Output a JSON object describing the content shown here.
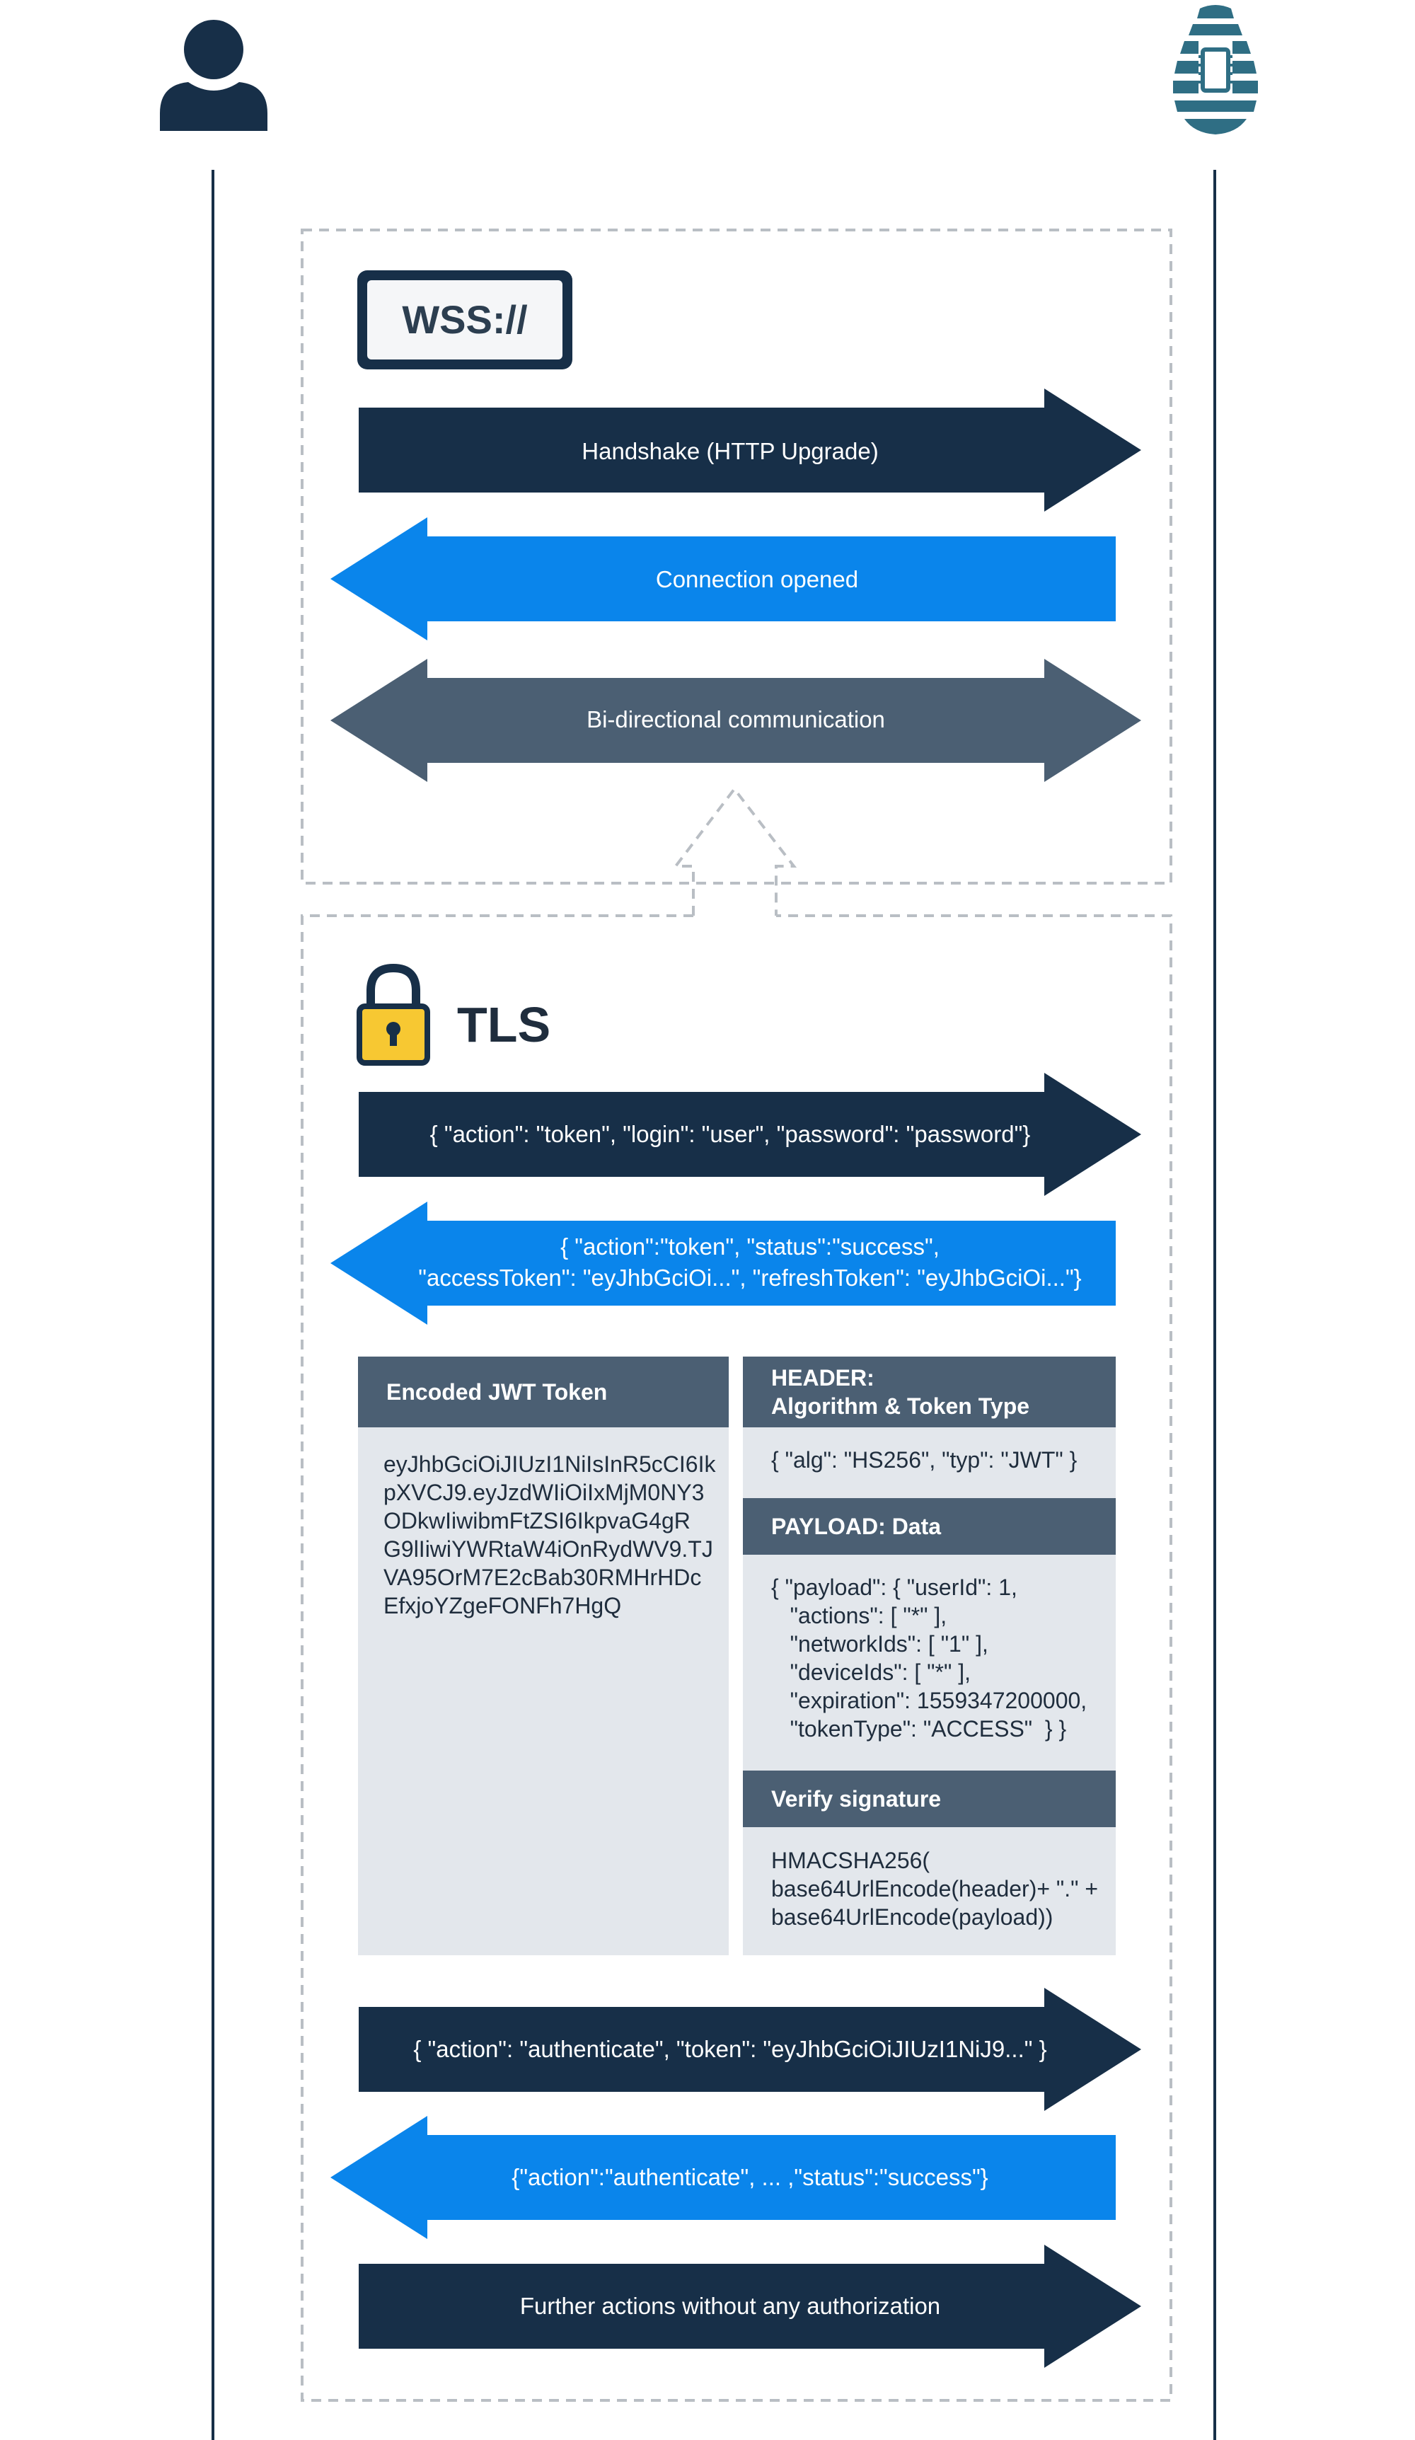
{
  "actors": {
    "left_icon": "user-icon",
    "right_icon": "server-hive-icon"
  },
  "wss": {
    "badge": "WSS://",
    "arrows": [
      {
        "direction": "right",
        "label": "Handshake (HTTP Upgrade)",
        "color": "#172f48"
      },
      {
        "direction": "left",
        "label": "Connection opened",
        "color": "#0a85eb"
      },
      {
        "direction": "both",
        "label": "Bi-directional communication",
        "color": "#4b5f73"
      }
    ]
  },
  "tls": {
    "title": "TLS",
    "icon": "lock-icon",
    "arrows": [
      {
        "direction": "right",
        "lines": [
          "{ \"action\": \"token\", \"login\": \"user\",  \"password\": \"password\"}"
        ],
        "color": "#172f48"
      },
      {
        "direction": "left",
        "lines": [
          "{ \"action\":\"token\", \"status\":\"success\",",
          "\"accessToken\": \"eyJhbGciOi...\", \"refreshToken\": \"eyJhbGciOi...\"}"
        ],
        "color": "#0a85eb"
      },
      {
        "direction": "right",
        "lines": [
          "{ \"action\": \"authenticate\", \"token\": \"eyJhbGciOiJIUzI1NiJ9...\" }"
        ],
        "color": "#172f48"
      },
      {
        "direction": "left",
        "lines": [
          "{\"action\":\"authenticate\", ... ,\"status\":\"success\"}"
        ],
        "color": "#0a85eb"
      },
      {
        "direction": "right",
        "lines": [
          "Further actions without any authorization"
        ],
        "color": "#172f48"
      }
    ]
  },
  "jwt": {
    "encoded_title": "Encoded JWT Token",
    "encoded_lines": [
      "eyJhbGciOiJIUzI1NiIsInR5cCI6Ik",
      "pXVCJ9.eyJzdWIiOiIxMjM0NY3",
      "ODkwIiwibmFtZSI6IkpvaG4gR",
      "G9lIiwiYWRtaW4iOnRydWV9.TJ",
      "VA95OrM7E2cBab30RMHrHDc",
      "EfxjoYZgeFONFh7HgQ"
    ],
    "header_title": "HEADER:\nAlgorithm & Token Type",
    "header_text": "{ \"alg\": \"HS256\", \"typ\": \"JWT\" }",
    "payload_title": "PAYLOAD: Data",
    "payload_lines": [
      "{ \"payload\": { \"userId\": 1,",
      "   \"actions\": [ \"*\" ],",
      "   \"networkIds\": [ \"1\" ],",
      "   \"deviceIds\": [ \"*\" ],",
      "   \"expiration\": 1559347200000,",
      "   \"tokenType\": \"ACCESS\"  } }"
    ],
    "verify_title": "Verify signature",
    "verify_lines": [
      "HMACSHA256(",
      "base64UrlEncode(header)+ \".\" +",
      "base64UrlEncode(payload))"
    ]
  },
  "colors": {
    "dark": "#172f48",
    "blue": "#0a85eb",
    "slate": "#4b5f73",
    "panel": "#e3e7ec",
    "panel_header": "#4b5f73",
    "lock": "#f7c832",
    "teal": "#2f6e84"
  }
}
